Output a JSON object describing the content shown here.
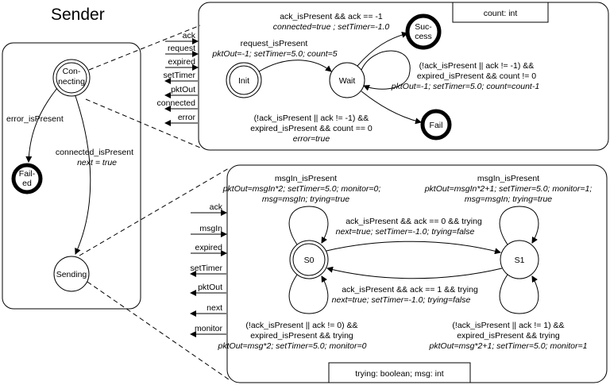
{
  "title": "Sender",
  "sender": {
    "connecting_l1": "Con-",
    "connecting_l2": "necting",
    "failed_l1": "Fail-",
    "failed_l2": "ed",
    "sending": "Sending",
    "error_label": "error_isPresent",
    "connected_label": "connected_isPresent",
    "connected_action": "next = true"
  },
  "connecting": {
    "var_decl": "count: int",
    "ports": [
      "ack",
      "request",
      "expired",
      "setTimer",
      "pktOut",
      "connected",
      "error"
    ],
    "states": {
      "init": "Init",
      "wait": "Wait",
      "success_l1": "Suc-",
      "success_l2": "cess",
      "fail": "Fail"
    },
    "t_request": {
      "guard": "request_isPresent",
      "action": "pktOut=-1; setTimer=5.0; count=5"
    },
    "t_success": {
      "guard": "ack_isPresent && ack == -1",
      "action": "connected=true ; setTimer=-1.0"
    },
    "t_retry": {
      "guard_l1": "(!ack_isPresent || ack != -1) &&",
      "guard_l2": "expired_isPresent && count != 0",
      "action": "pktOut=-1; setTimer=5.0; count=count-1"
    },
    "t_fail": {
      "guard_l1": "(!ack_isPresent || ack != -1) &&",
      "guard_l2": "expired_isPresent && count == 0",
      "action": "error=true"
    }
  },
  "sending": {
    "var_decl": "trying: boolean; msg: int",
    "ports": [
      "ack",
      "msgIn",
      "expired",
      "setTimer",
      "pktOut",
      "next",
      "monitor"
    ],
    "states": {
      "s0": "S0",
      "s1": "S1"
    },
    "t_s0_top": {
      "guard": "msgIn_isPresent",
      "action_l1": "pktOut=msgIn*2; setTimer=5.0; monitor=0;",
      "action_l2": "msg=msgIn; trying=true"
    },
    "t_s1_top": {
      "guard": "msgIn_isPresent",
      "action_l1": "pktOut=msgIn*2+1; setTimer=5.0; monitor=1;",
      "action_l2": "msg=msgIn; trying=true"
    },
    "t_s0_s1": {
      "guard": "ack_isPresent && ack == 0 && trying",
      "action": "next=true; setTimer=-1.0; trying=false"
    },
    "t_s1_s0": {
      "guard": "ack_isPresent && ack == 1 && trying",
      "action": "next=true; setTimer=-1.0; trying=false"
    },
    "t_s0_bottom": {
      "guard_l1": "(!ack_isPresent || ack != 0) &&",
      "guard_l2": "expired_isPresent && trying",
      "action": "pktOut=msg*2; setTimer=5.0; monitor=0"
    },
    "t_s1_bottom": {
      "guard_l1": "(!ack_isPresent || ack != 1) &&",
      "guard_l2": "expired_isPresent && trying",
      "action": "pktOut=msg*2+1; setTimer=5.0; monitor=1"
    }
  }
}
